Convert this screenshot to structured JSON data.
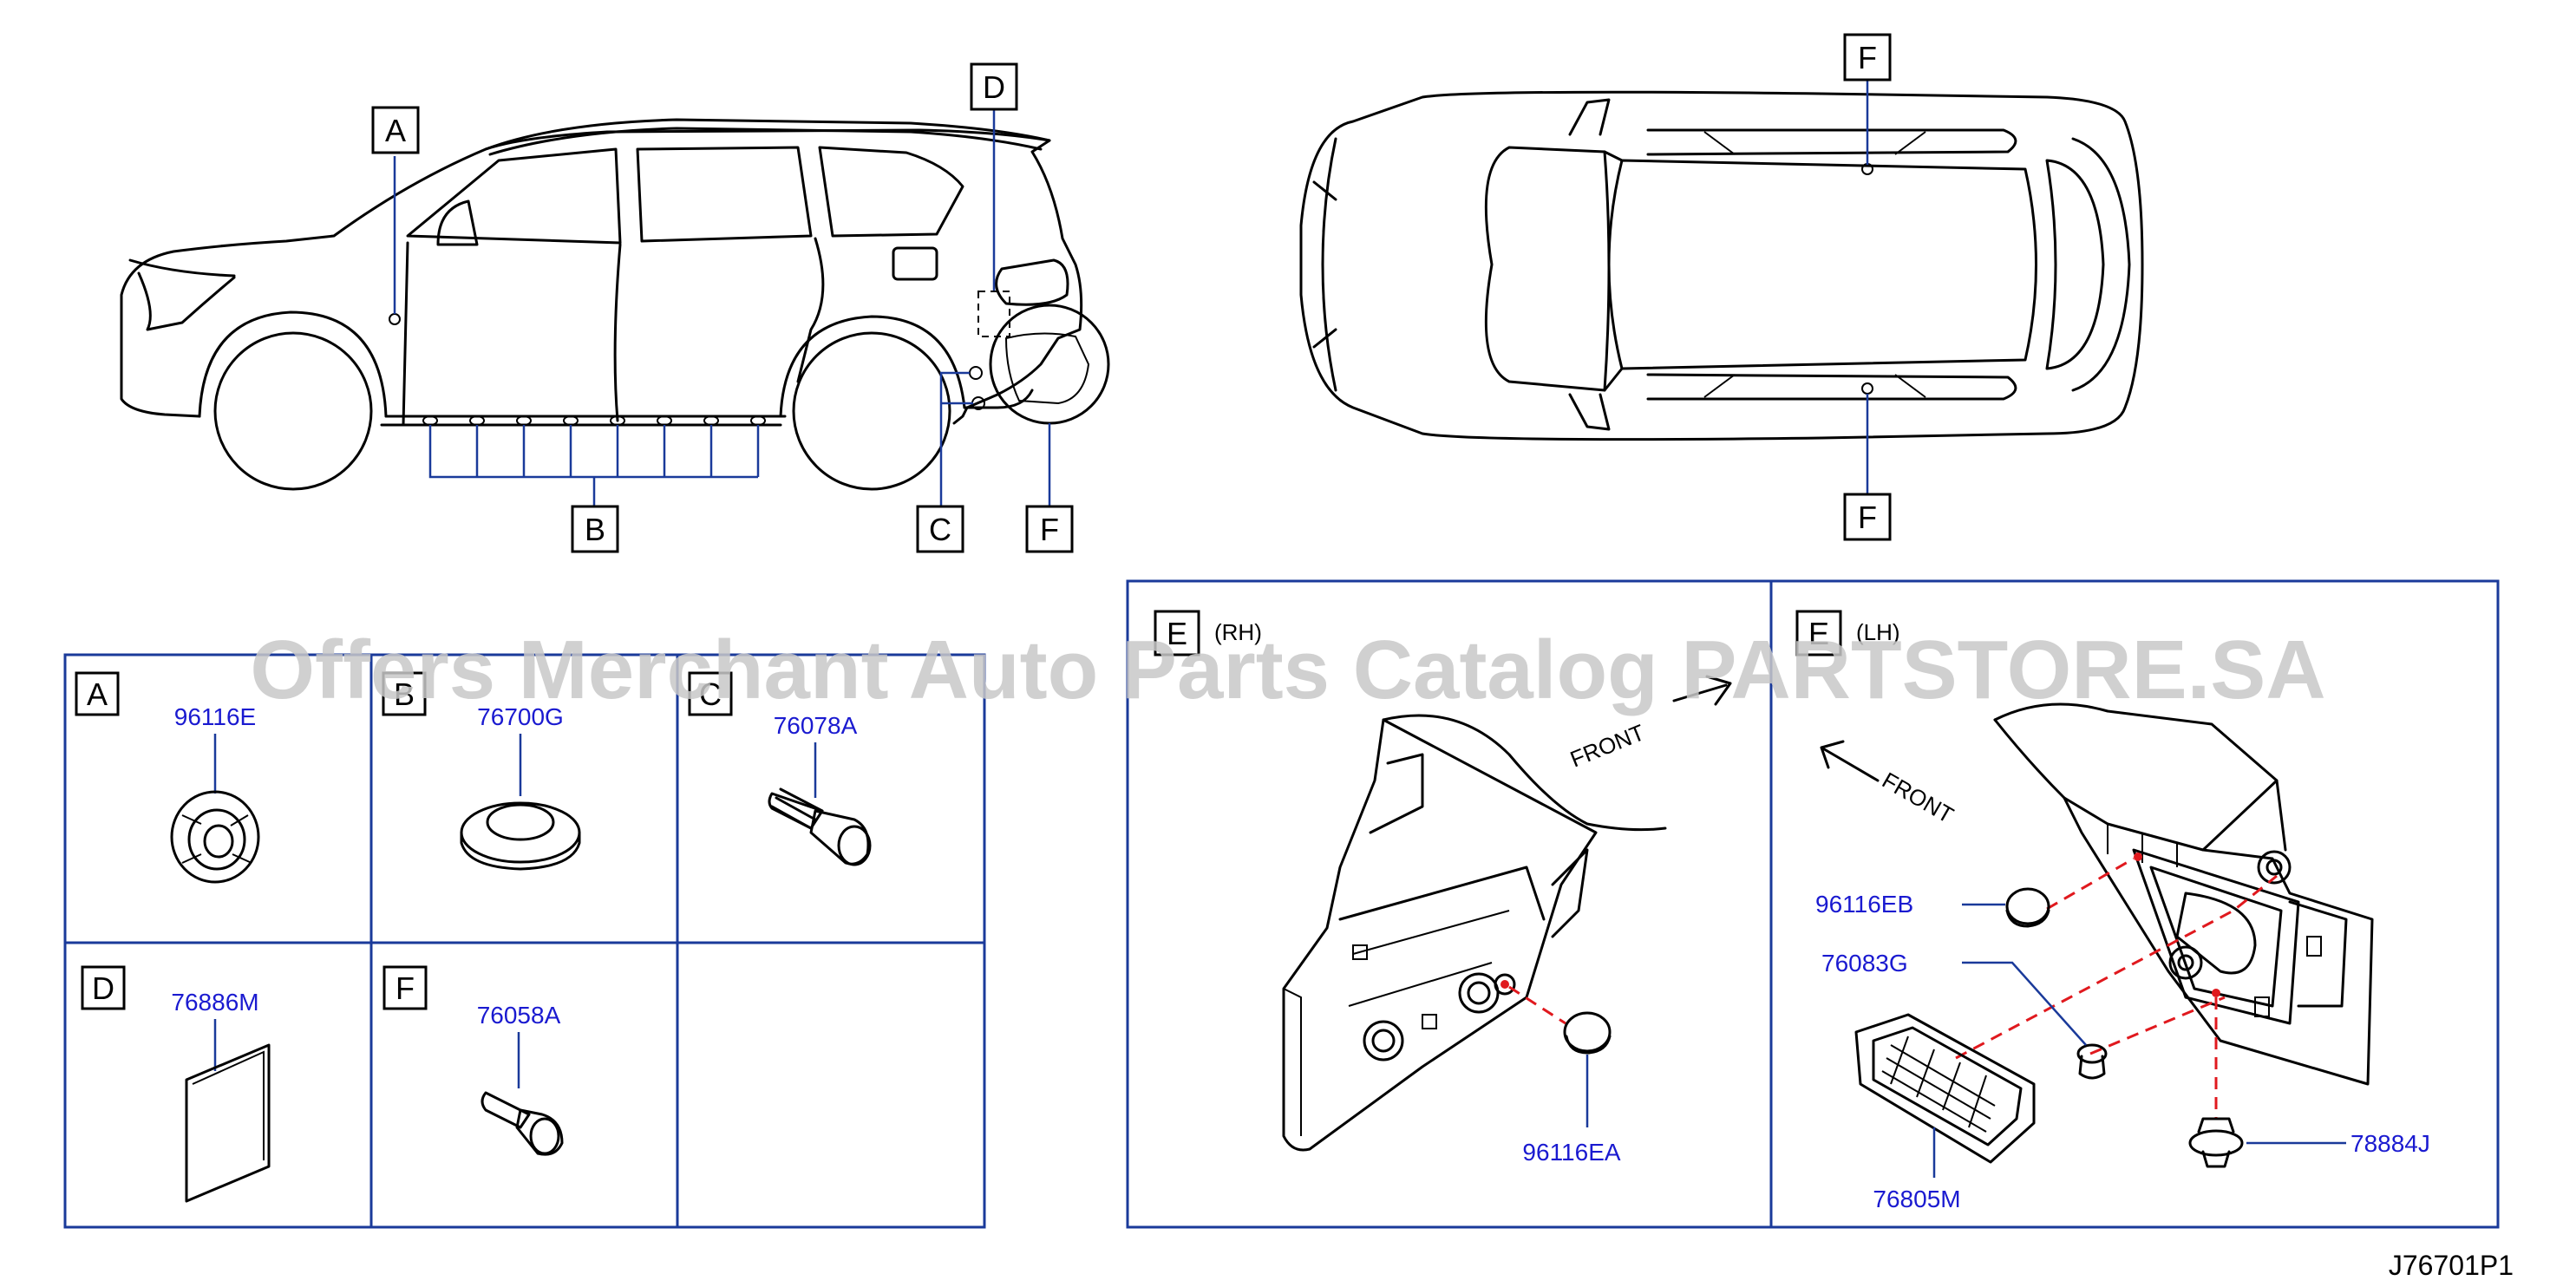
{
  "letters": {
    "a": "A",
    "b": "B",
    "c": "C",
    "d": "D",
    "f": "F"
  },
  "side_view": {
    "callout_a": "A",
    "callout_b": "B",
    "callout_c": "C",
    "callout_d": "D",
    "callout_f": "F"
  },
  "top_view": {
    "callout_top": "F",
    "callout_bottom": "F"
  },
  "parts_table": {
    "cells": [
      {
        "letter": "A",
        "part": "96116E"
      },
      {
        "letter": "B",
        "part": "76700G"
      },
      {
        "letter": "C",
        "part": "76078A"
      },
      {
        "letter": "D",
        "part": "76886M"
      },
      {
        "letter": "F",
        "part": "76058A"
      }
    ]
  },
  "detail_rh": {
    "letter": "E",
    "side": "(RH)",
    "front": "FRONT",
    "part": "96116EA"
  },
  "detail_lh": {
    "letter": "E",
    "side": "(LH)",
    "front": "FRONT",
    "parts": [
      "96116EB",
      "76083G",
      "76805M",
      "78884J"
    ]
  },
  "watermark": "Offers Merchant Auto Parts Catalog PARTSTORE.SA",
  "diagram_code": "J76701P1",
  "colors": {
    "leader": "#1a3a9a",
    "part_number": "#1a1ad0",
    "explode_line": "#e0191e"
  }
}
